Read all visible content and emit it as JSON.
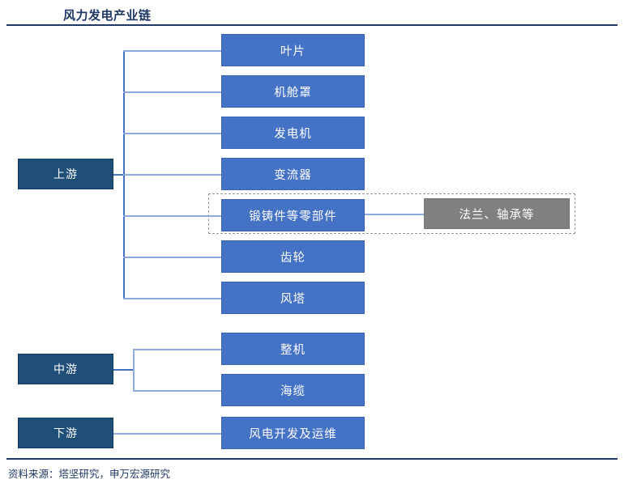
{
  "title": "风力发电产业链",
  "source_note": "资料来源：塔坚研究，申万宏源研究",
  "colors": {
    "title_text": "#1f3864",
    "rule": "#203864",
    "stage_box": "#1f4e79",
    "item_box": "#4472c4",
    "sub_box": "#808080",
    "connector": "#8faadc",
    "highlight_border": "#9a9a9a",
    "box_text": "#ffffff"
  },
  "stages": [
    {
      "id": "upstream",
      "label": "上游"
    },
    {
      "id": "midstream",
      "label": "中游"
    },
    {
      "id": "downstream",
      "label": "下游"
    }
  ],
  "upstream_items": [
    {
      "label": "叶片"
    },
    {
      "label": "机舱罩"
    },
    {
      "label": "发电机"
    },
    {
      "label": "变流器"
    },
    {
      "label": "锻铸件等零部件"
    },
    {
      "label": "齿轮"
    },
    {
      "label": "风塔"
    }
  ],
  "midstream_items": [
    {
      "label": "整机"
    },
    {
      "label": "海缆"
    }
  ],
  "downstream_items": [
    {
      "label": "风电开发及运维"
    }
  ],
  "sub_items": [
    {
      "label": "法兰、轴承等",
      "parent": "锻铸件等零部件"
    }
  ]
}
